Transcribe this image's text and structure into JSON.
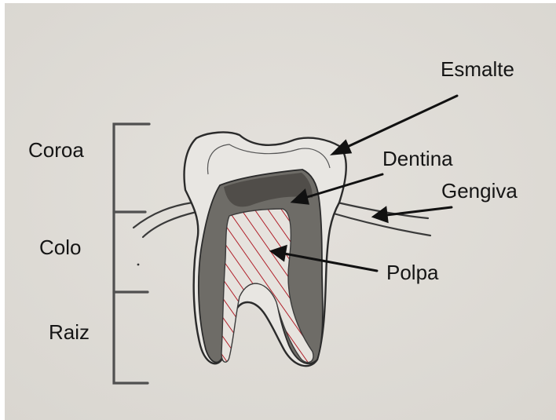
{
  "labels": {
    "crown": "Coroa",
    "neck": "Colo",
    "root": "Raiz",
    "enamel": "Esmalte",
    "dentin": "Dentina",
    "gum": "Gengiva",
    "pulp": "Polpa"
  },
  "colors": {
    "paper": "#e2dfda",
    "pencil": "#2b2b2b",
    "dentin_shade": "#6e6c67",
    "pulp_hatch": "#b0202a",
    "bracket": "#505050"
  }
}
